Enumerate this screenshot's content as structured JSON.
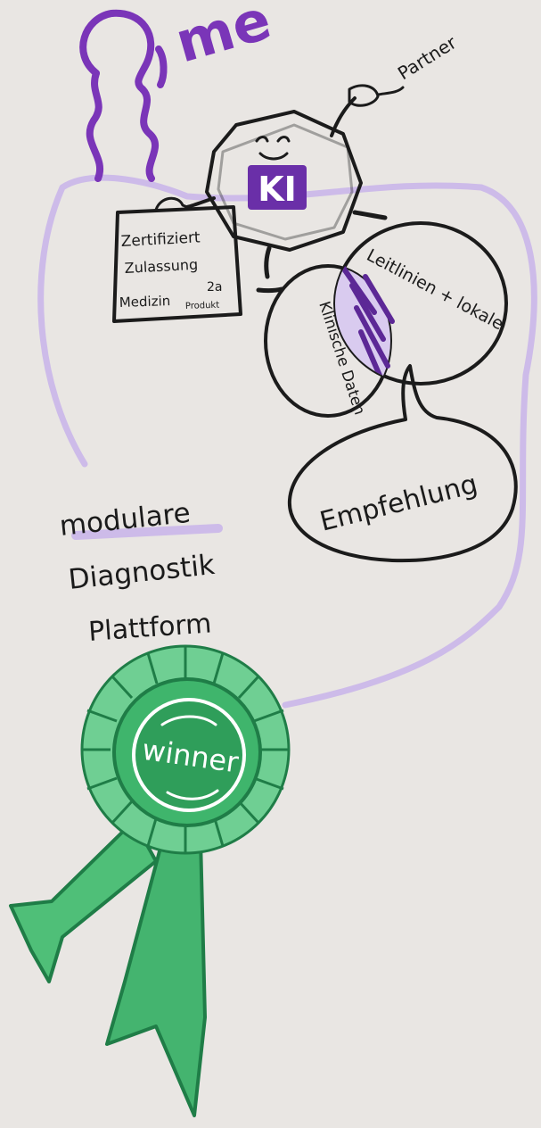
{
  "header_fragment": "me",
  "partner_label": "Partner",
  "ki_label": "KI",
  "certificate": {
    "line1": "Zertifiziert",
    "line2": "Zulassung",
    "line3": "Medizin",
    "line3_small": "Produkt",
    "scribble": "2a"
  },
  "venn": {
    "left": "Klinische Daten",
    "right": "Leitlinien + lokale"
  },
  "speech_bubble": "Empfehlung",
  "platform_title": {
    "line1": "modulare",
    "line2": "Diagnostik",
    "line3": "Plattform"
  },
  "rosette_label": "winner",
  "colors": {
    "paper": "#e9e6e3",
    "ink": "#1b1b1b",
    "purple": "#7a35b8",
    "lilac": "#cdbbe9",
    "green": "#3fb56c",
    "green_dark": "#1f7d47"
  },
  "icons": [
    "person-outline-icon",
    "robot-ki-icon",
    "certificate-icon",
    "speech-bubble-icon",
    "rosette-award-icon"
  ]
}
